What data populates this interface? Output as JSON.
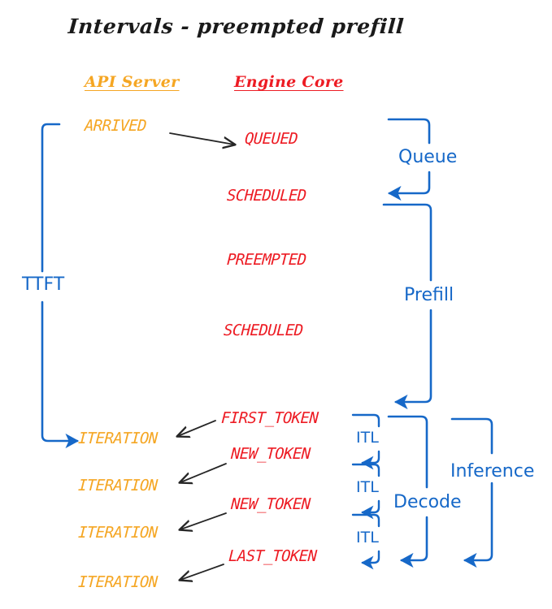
{
  "page": {
    "title": "Intervals - preempted prefill",
    "background": "#ffffff"
  },
  "colors": {
    "api_server": "#F5A623",
    "engine_core": "#ED1C24",
    "annotation": "#1668C8",
    "arrow": "#262626",
    "title": "#1a1a1a"
  },
  "columns": {
    "api_server": "API Server",
    "engine_core": "Engine Core"
  },
  "states": {
    "api_server": [
      {
        "label": "ARRIVED"
      },
      {
        "label": "ITERATION"
      },
      {
        "label": "ITERATION"
      },
      {
        "label": "ITERATION"
      },
      {
        "label": "ITERATION"
      }
    ],
    "engine_core": [
      {
        "label": "QUEUED"
      },
      {
        "label": "SCHEDULED"
      },
      {
        "label": "PREEMPTED"
      },
      {
        "label": "SCHEDULED"
      },
      {
        "label": "FIRST_TOKEN"
      },
      {
        "label": "NEW_TOKEN"
      },
      {
        "label": "NEW_TOKEN"
      },
      {
        "label": "LAST_TOKEN"
      }
    ]
  },
  "intervals": {
    "ttft": "TTFT",
    "queue": "Queue",
    "prefill": "Prefill",
    "decode": "Decode",
    "inference": "Inference",
    "itl": [
      "ITL",
      "ITL",
      "ITL"
    ]
  }
}
